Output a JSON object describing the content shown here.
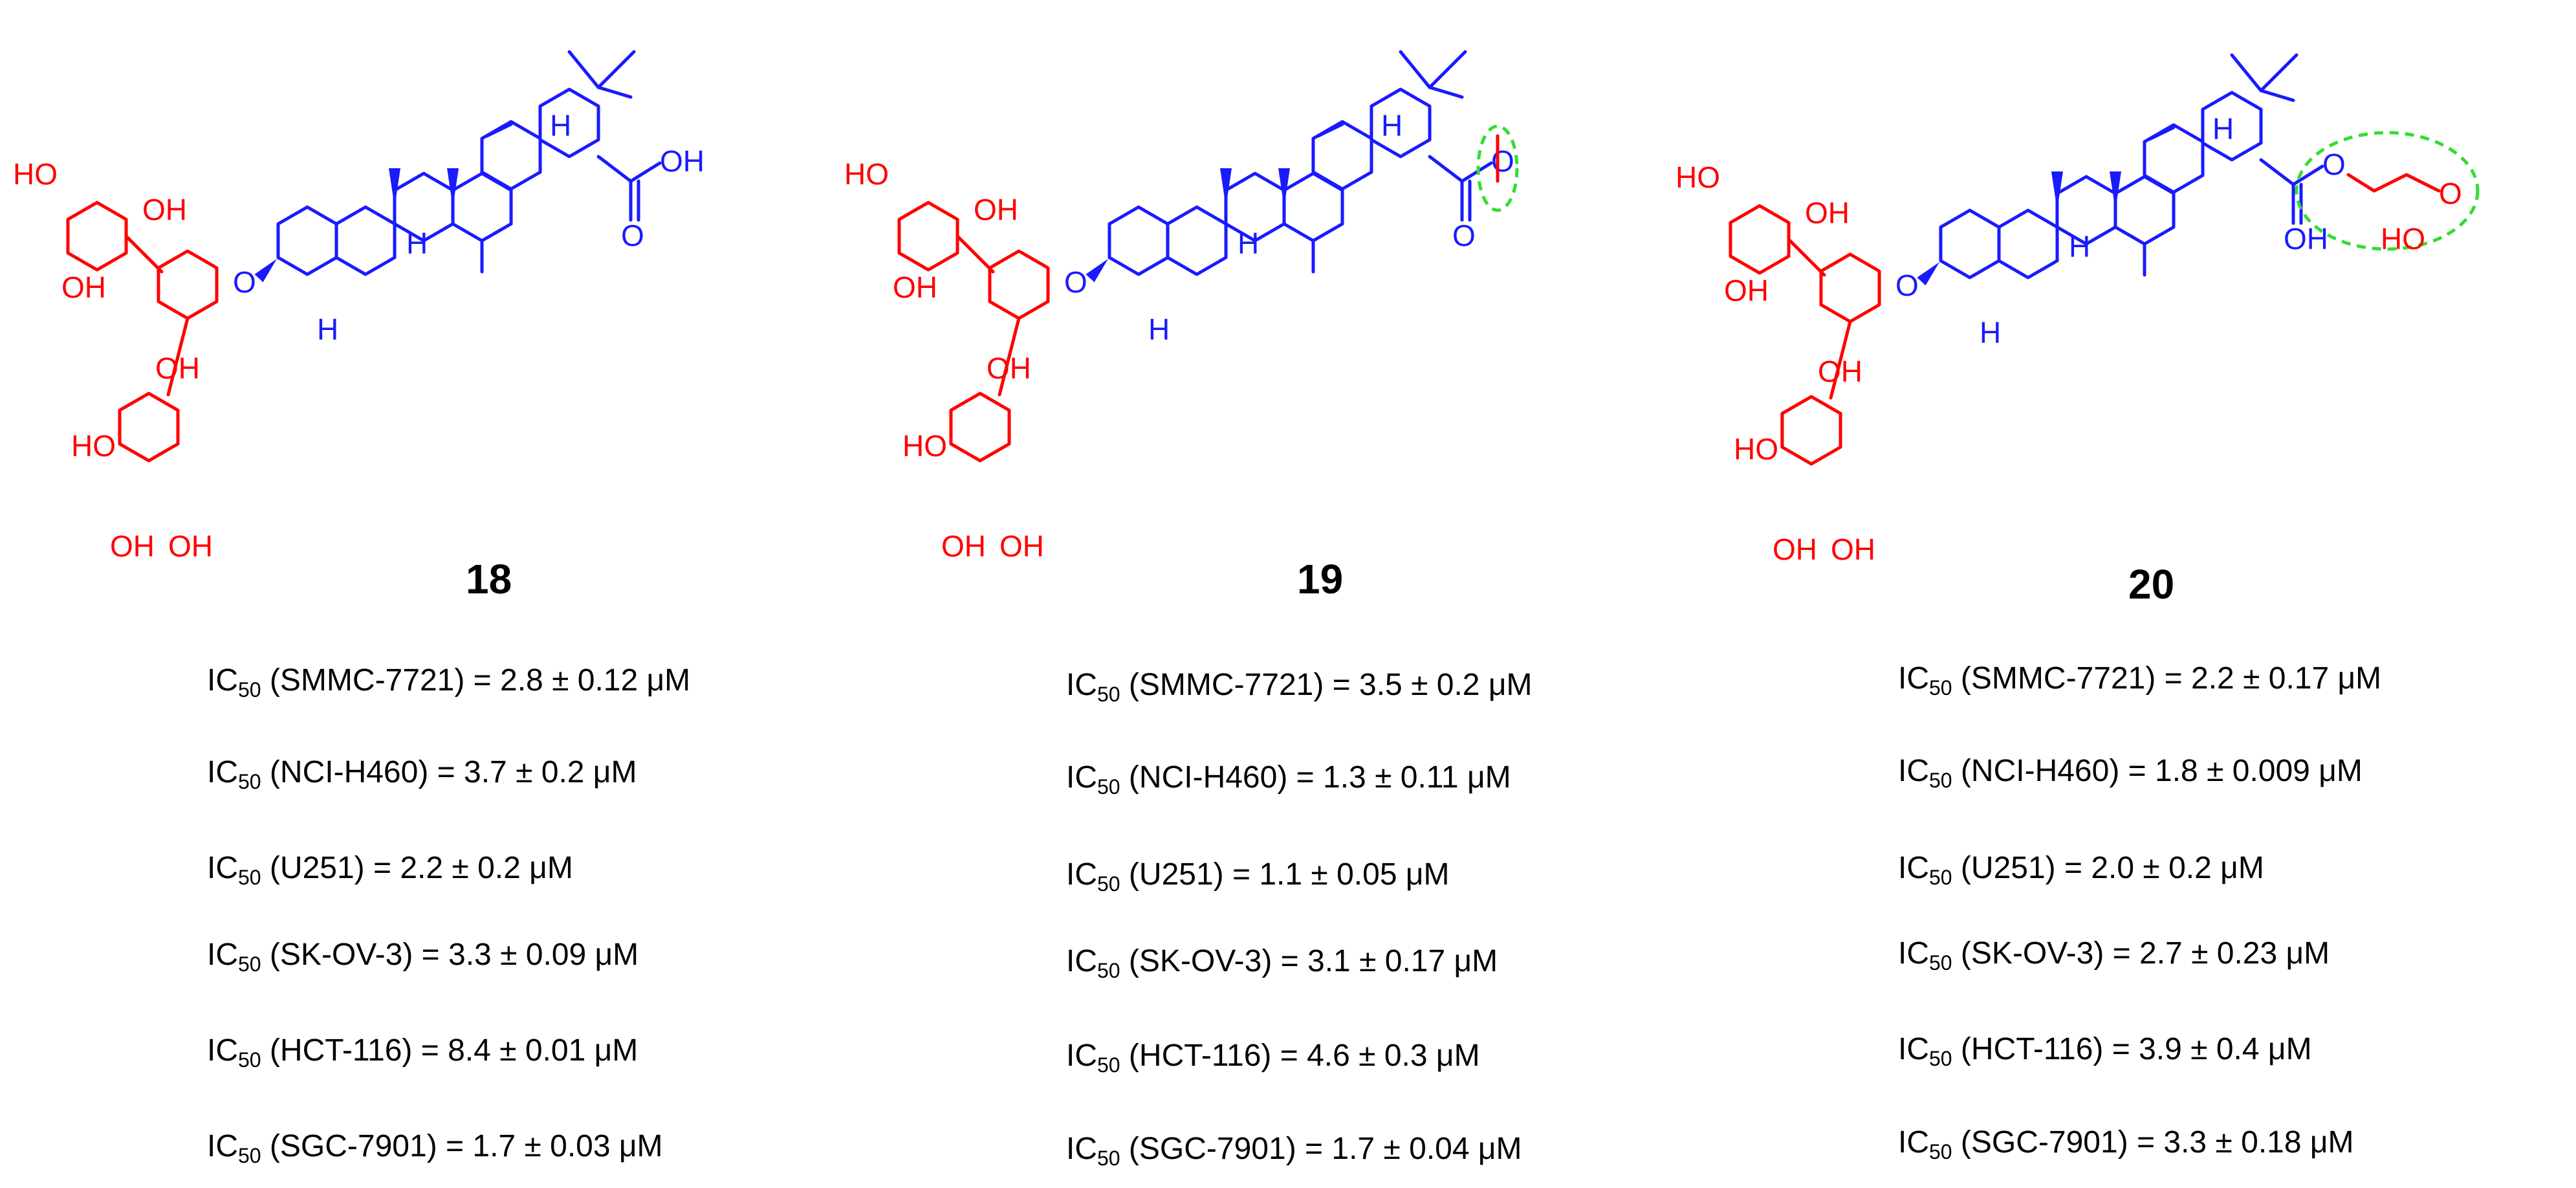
{
  "compounds": [
    {
      "label": "18",
      "annotation": "none",
      "acid_group": [
        "OH",
        "O"
      ],
      "activities": [
        {
          "prefix": "IC",
          "sub": "50",
          "text": " (SMMC-7721) = 2.8 ± 0.12 μM"
        },
        {
          "prefix": "IC",
          "sub": "50",
          "text": " (NCI-H460) = 3.7 ± 0.2 μM"
        },
        {
          "prefix": "IC",
          "sub": "50",
          "text": " (U251) = 2.2 ± 0.2 μM"
        },
        {
          "prefix": "IC",
          "sub": "50",
          "text": " (SK-OV-3) = 3.3 ± 0.09 μM"
        },
        {
          "prefix": "IC",
          "sub": "50",
          "text": " (HCT-116) = 8.4 ± 0.01 μM"
        },
        {
          "prefix": "IC",
          "sub": "50",
          "text": " (SGC-7901) = 1.7 ± 0.03 μM"
        }
      ]
    },
    {
      "label": "19",
      "annotation": "methyl ester",
      "acid_group": [
        "O",
        "O"
      ],
      "activities": [
        {
          "prefix": "IC",
          "sub": "50",
          "text": " (SMMC-7721) = 3.5 ± 0.2 μM"
        },
        {
          "prefix": "IC",
          "sub": "50",
          "text": " (NCI-H460) = 1.3 ± 0.11 μM"
        },
        {
          "prefix": "IC",
          "sub": "50",
          "text": " (U251) = 1.1 ± 0.05 μM"
        },
        {
          "prefix": "IC",
          "sub": "50",
          "text": " (SK-OV-3) = 3.1 ± 0.17 μM"
        },
        {
          "prefix": "IC",
          "sub": "50",
          "text": " (HCT-116) = 4.6 ± 0.3 μM"
        },
        {
          "prefix": "IC",
          "sub": "50",
          "text": " (SGC-7901) = 1.7 ± 0.04 μM"
        }
      ]
    },
    {
      "label": "20",
      "annotation": "carboxymethyl ester",
      "acid_group": [
        "O",
        "OH"
      ],
      "activities": [
        {
          "prefix": "IC",
          "sub": "50",
          "text": " (SMMC-7721) = 2.2 ± 0.17 μM"
        },
        {
          "prefix": "IC",
          "sub": "50",
          "text": " (NCI-H460) = 1.8 ± 0.009 μM"
        },
        {
          "prefix": "IC",
          "sub": "50",
          "text": " (U251) = 2.0 ± 0.2 μM"
        },
        {
          "prefix": "IC",
          "sub": "50",
          "text": " (SK-OV-3) = 2.7 ± 0.23 μM"
        },
        {
          "prefix": "IC",
          "sub": "50",
          "text": " (HCT-116) = 3.9 ± 0.4 μM"
        },
        {
          "prefix": "IC",
          "sub": "50",
          "text": " (SGC-7901) = 3.3 ± 0.18 μM"
        }
      ]
    }
  ],
  "atom_labels": {
    "oh": "OH",
    "ho": "HO",
    "o": "O",
    "h": "H"
  },
  "colors": {
    "aglycone": "#1a1aff",
    "sugar": "#ff0000",
    "highlight": "#33dd33",
    "text": "#000000"
  }
}
